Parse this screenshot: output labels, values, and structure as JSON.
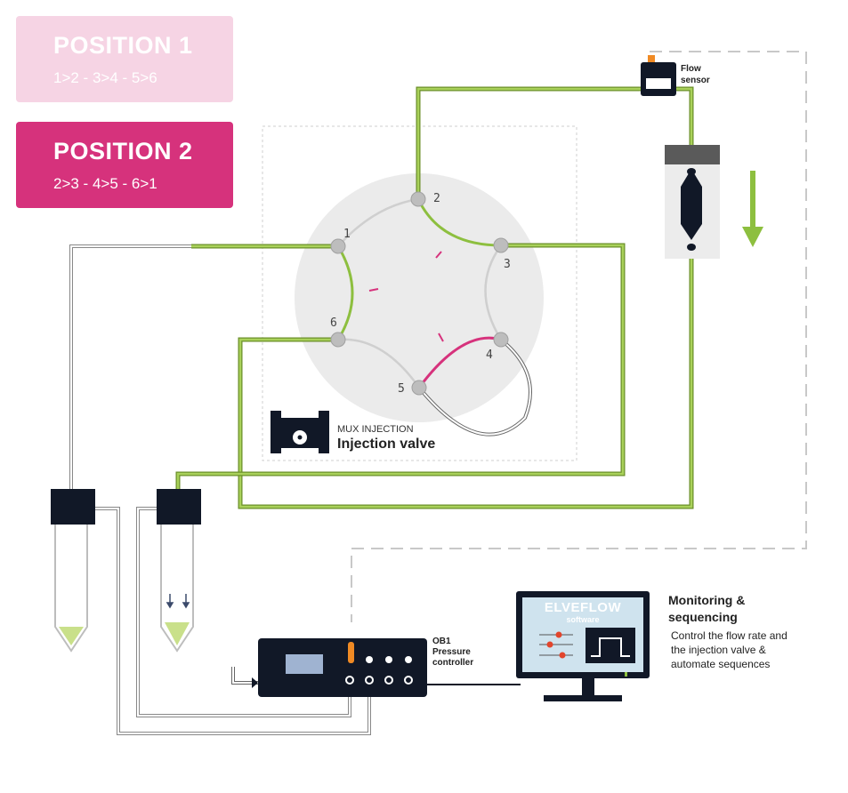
{
  "position1": {
    "title": "POSITION 1",
    "mapping": "1>2 - 3>4 - 5>6"
  },
  "position2": {
    "title": "POSITION 2",
    "mapping": "2>3 - 4>5 - 6>1"
  },
  "flow_sensor": {
    "line1": "Flow",
    "line2": "sensor"
  },
  "valve": {
    "subtitle": "MUX INJECTION",
    "title": "Injection valve",
    "ports": [
      "1",
      "2",
      "3",
      "4",
      "5",
      "6"
    ]
  },
  "controller": {
    "line1": "OB1",
    "line2": "Pressure",
    "line3": "controller"
  },
  "monitor": {
    "brand": "ELVEFLOW",
    "brand_sub": "software"
  },
  "monitoring": {
    "title_line1": "Monitoring &",
    "title_line2": "sequencing",
    "desc_line1": "Control the flow rate and",
    "desc_line2": "the injection valve &",
    "desc_line3": "automate sequences"
  },
  "colors": {
    "pink": "#d6327c",
    "pink_light": "#f6d4e4",
    "green": "#8dbf3f",
    "dark": "#111827"
  }
}
